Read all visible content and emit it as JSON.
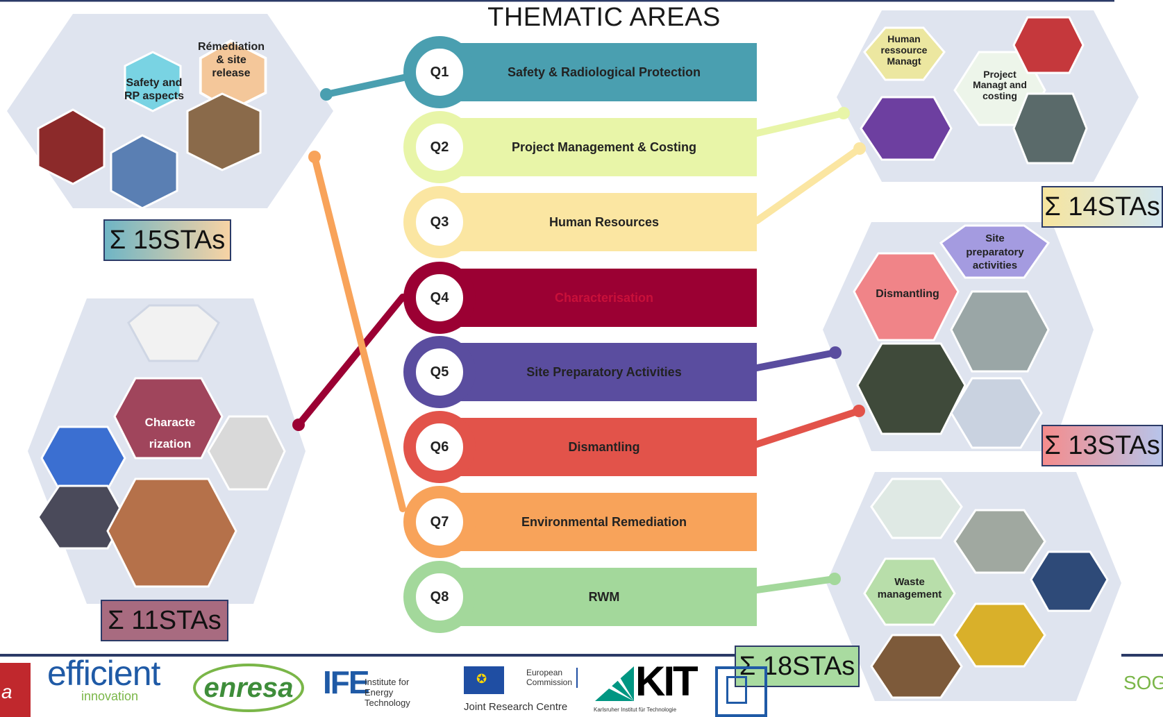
{
  "title": "THEMATIC AREAS",
  "questions": [
    {
      "code": "Q1",
      "label": "Safety & Radiological Protection",
      "color": "#4a9fb0"
    },
    {
      "code": "Q2",
      "label": "Project Management & Costing",
      "color": "#e8f5a8"
    },
    {
      "code": "Q3",
      "label": "Human Resources",
      "color": "#fbe6a2"
    },
    {
      "code": "Q4",
      "label": "Characterisation",
      "color": "#9b0033"
    },
    {
      "code": "Q5",
      "label": "Site Preparatory Activities",
      "color": "#5a4d9f"
    },
    {
      "code": "Q6",
      "label": "Dismantling",
      "color": "#e2534a"
    },
    {
      "code": "Q7",
      "label": "Environmental Remediation",
      "color": "#f8a35a"
    },
    {
      "code": "Q8",
      "label": "RWM",
      "color": "#a3d89b"
    }
  ],
  "clusters": {
    "top_left": {
      "labels": [
        "Rémediation\n& site\nrelease",
        "Safety and\nRP aspects"
      ],
      "sta": "Σ 15STAs"
    },
    "mid_left": {
      "labels": [
        "Characte\nrization"
      ],
      "sta": "Σ 11STAs"
    },
    "top_right": {
      "labels": [
        "Human\nressource\nManagt",
        "Project\nManagt and\ncosting"
      ],
      "sta": "Σ 14STAs"
    },
    "mid_right": {
      "labels": [
        "Site\npreparatory\nactivities",
        "Dismantling"
      ],
      "sta": "Σ 13STAs"
    },
    "bottom_right": {
      "labels": [
        "Waste\nmanagement"
      ],
      "sta": "Σ 18STAs"
    }
  },
  "footer": {
    "logo_efficient": "efficient",
    "logo_efficient_sub": "innovation",
    "logo_enresa": "enresa",
    "logo_ife_line1": "Institute for",
    "logo_ife_line2": "Energy Technology",
    "logo_ec_line1": "European",
    "logo_ec_line2": "Commission",
    "logo_jrc": "Joint Research Centre",
    "logo_kit": "KIT",
    "logo_kit_sub": "Karlsruher Institut für Technologie",
    "logo_sog": "SOG"
  },
  "colors": {
    "navy": "#2b3a67",
    "hex_bg": "#dfe4ef"
  }
}
